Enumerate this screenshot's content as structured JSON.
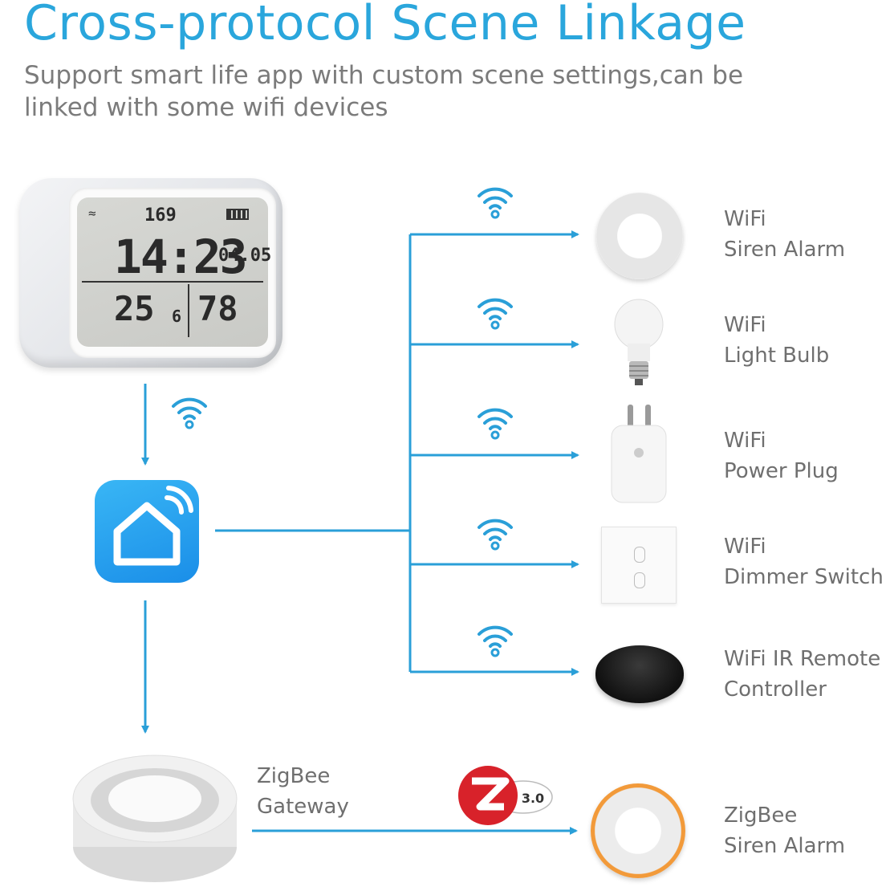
{
  "title": "Cross-protocol Scene Linkage",
  "subtitle": "Support smart life app with custom scene settings,can be linked with some wifi devices",
  "colors": {
    "accent": "#2aa6dc",
    "arrow": "#2a9fd8",
    "label": "#6f6f6f",
    "zigbee_red": "#d8222a"
  },
  "hub": {
    "clock_display": {
      "top_value": "169",
      "time": "14:23",
      "date": "04.05",
      "temperature": "25",
      "temperature_decimal": "6",
      "humidity": "78"
    }
  },
  "devices": [
    {
      "line1": "WiFi",
      "line2": "Siren Alarm",
      "icon": "siren-icon"
    },
    {
      "line1": "WiFi",
      "line2": "Light Bulb",
      "icon": "light-bulb-icon"
    },
    {
      "line1": "WiFi",
      "line2": "Power Plug",
      "icon": "power-plug-icon"
    },
    {
      "line1": "WiFi",
      "line2": "Dimmer Switch",
      "icon": "dimmer-switch-icon"
    },
    {
      "line1": "WiFi IR Remote",
      "line2": "Controller",
      "icon": "ir-remote-icon"
    }
  ],
  "gateway": {
    "line1": "ZigBee",
    "line2": "Gateway"
  },
  "zigbee_device": {
    "line1": "ZigBee",
    "line2": "Siren Alarm"
  },
  "zigbee_badge": "3.0"
}
